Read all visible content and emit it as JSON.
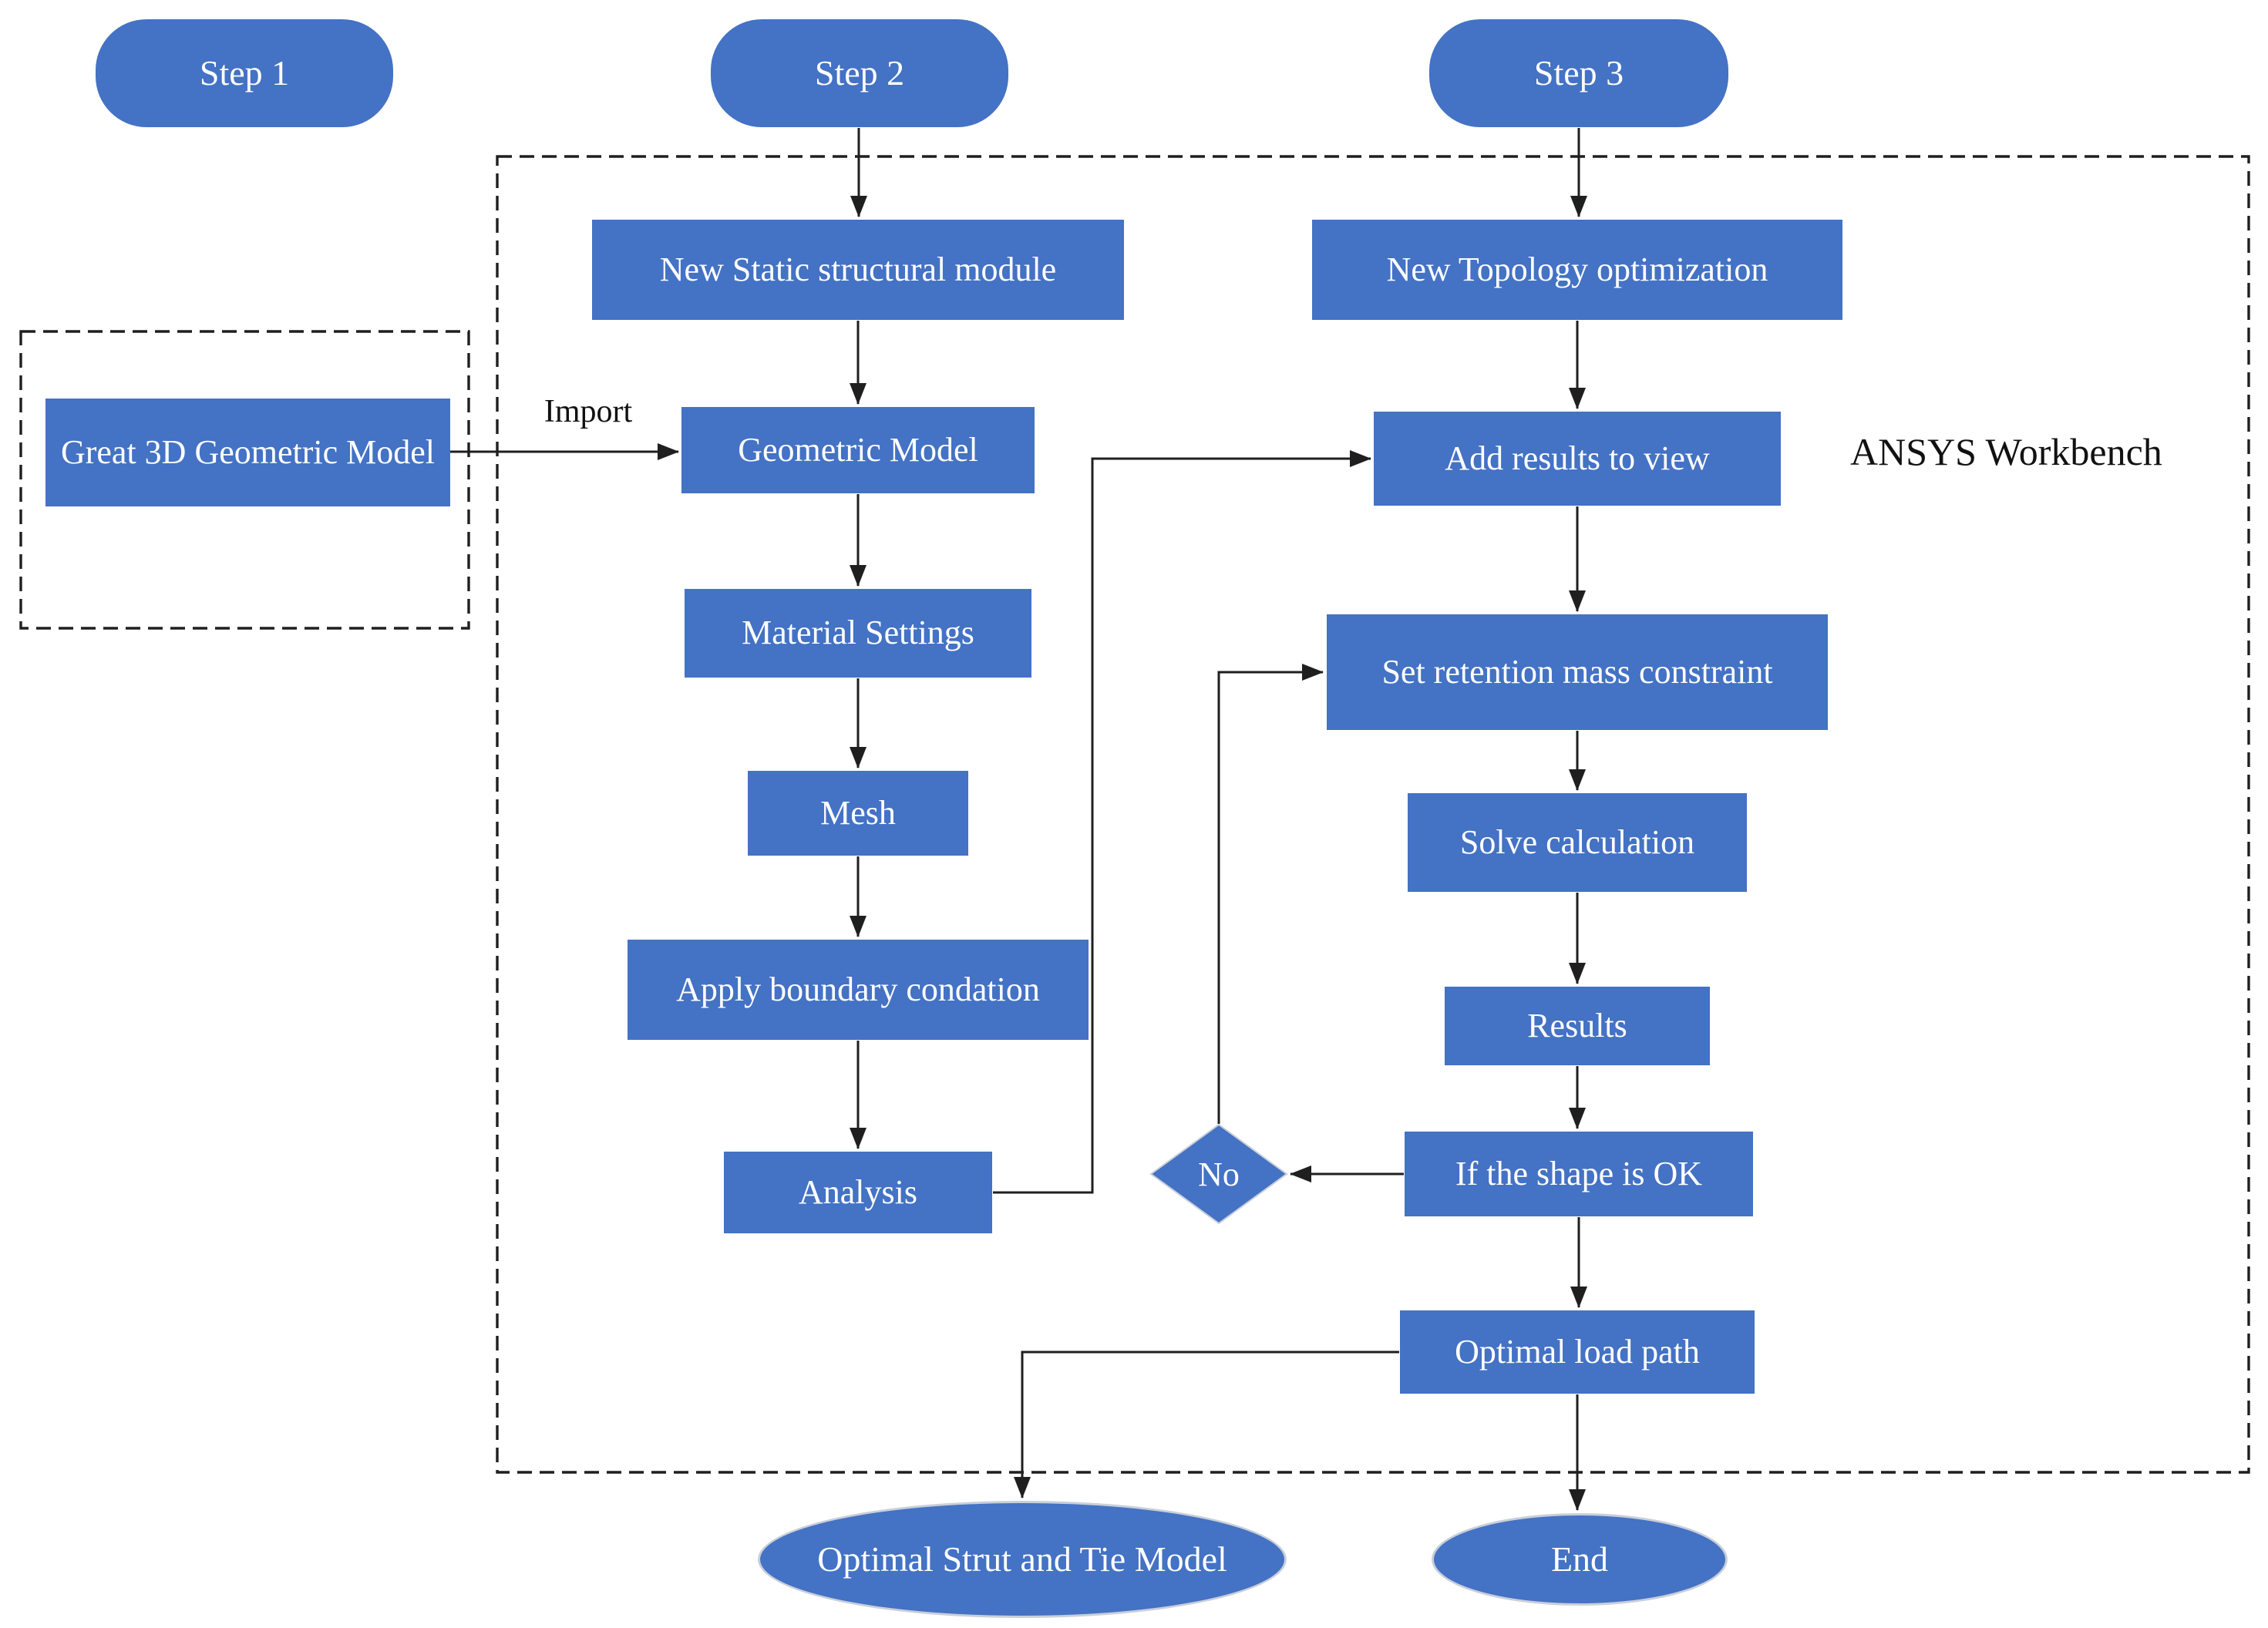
{
  "colors": {
    "shape_fill": "#4472C4",
    "shape_text": "#ffffff",
    "line": "#1f1f1f",
    "label_text": "#111111"
  },
  "steps": {
    "step1": "Step 1",
    "step2": "Step 2",
    "step3": "Step 3"
  },
  "annotations": {
    "import": "Import",
    "workbench": "ANSYS Workbench"
  },
  "nodes": {
    "great_model": "Great 3D Geometric Model",
    "new_static": "New Static structural module",
    "geometric_model": "Geometric Model",
    "material_settings": "Material Settings",
    "mesh": "Mesh",
    "apply_boundary": "Apply boundary condation",
    "analysis": "Analysis",
    "new_topology": "New Topology optimization",
    "add_results": "Add results to view",
    "set_retention": "Set retention mass constraint",
    "solve_calc": "Solve calculation",
    "results": "Results",
    "shape_ok": "If the shape is OK",
    "optimal_load": "Optimal load path"
  },
  "decision": {
    "no": "No"
  },
  "terminals": {
    "strut_tie": "Optimal Strut and Tie Model",
    "end": "End"
  }
}
